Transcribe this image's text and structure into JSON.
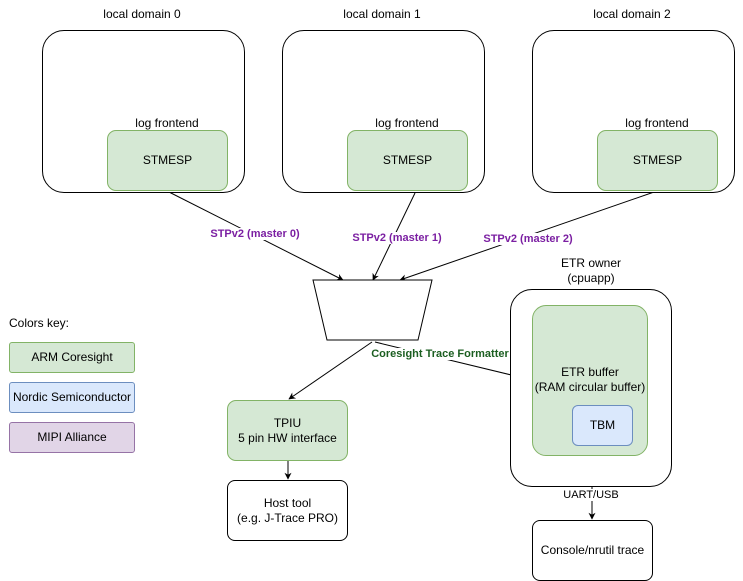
{
  "domains": [
    {
      "title": "local domain 0",
      "frontend": "log frontend",
      "stm": "STMESP",
      "link": "STPv2 (master 0)"
    },
    {
      "title": "local domain 1",
      "frontend": "log frontend",
      "stm": "STMESP",
      "link": "STPv2 (master 1)"
    },
    {
      "title": "local domain 2",
      "frontend": "log frontend",
      "stm": "STMESP",
      "link": "STPv2 (master 2)"
    }
  ],
  "formatter_label": "Coresight Trace Formatter",
  "tpiu": "TPIU\n5 pin HW interface",
  "host_tool": "Host tool\n(e.g. J-Trace PRO)",
  "etr_owner": "ETR owner\n(cpuapp)",
  "etr_buffer": "ETR buffer\n(RAM circular buffer)",
  "tbm": "TBM",
  "uart_label": "UART/USB",
  "console": "Console/nrutil trace",
  "colors_key": {
    "title": "Colors key:",
    "items": [
      {
        "label": "ARM Coresight",
        "color": "#d5e8d4"
      },
      {
        "label": "Nordic Semiconductor",
        "color": "#dae8fc"
      },
      {
        "label": "MIPI Alliance",
        "color": "#e1d5e7"
      }
    ]
  }
}
